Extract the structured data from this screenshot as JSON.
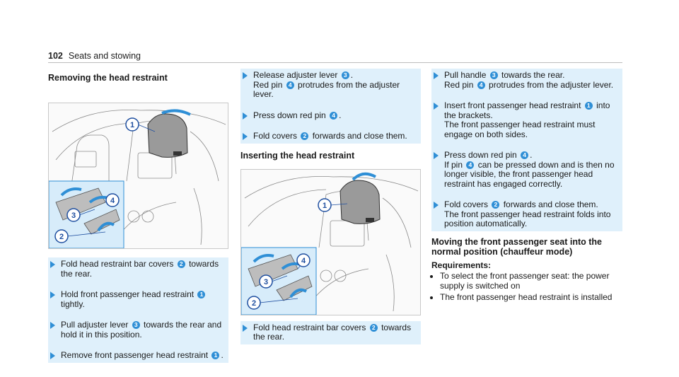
{
  "header": {
    "page_number": "102",
    "section": "Seats and stowing"
  },
  "col1": {
    "heading": "Removing the head restraint",
    "steps": [
      {
        "pre": "Fold head restraint bar covers ",
        "num": "2",
        "post": " towards the rear."
      },
      {
        "pre": "Hold front passenger head restraint ",
        "num": "1",
        "post": " tightly."
      },
      {
        "pre": "Pull adjuster lever ",
        "num": "3",
        "post": " towards the rear and hold it in this position."
      },
      {
        "pre": "Remove front passenger head restraint ",
        "num": "1",
        "post": "."
      }
    ]
  },
  "col2": {
    "steps_top": [
      {
        "l1": "Release adjuster lever ",
        "n1": "3",
        "l1b": ".",
        "l2": "Red pin ",
        "n2": "4",
        "l2b": " protrudes from the adjuster lever."
      },
      {
        "pre": "Press down red pin ",
        "num": "4",
        "post": "."
      },
      {
        "pre": "Fold covers ",
        "num": "2",
        "post": " forwards and close them."
      }
    ],
    "heading": "Inserting the head restraint",
    "step_bottom": {
      "pre": "Fold head restraint bar covers ",
      "num": "2",
      "post": " towards the rear."
    }
  },
  "col3": {
    "steps": [
      {
        "l1": "Pull handle ",
        "n1": "3",
        "l1b": " towards the rear.",
        "l2": "Red pin ",
        "n2": "4",
        "l2b": " protrudes from the adjuster lever."
      },
      {
        "l1": "Insert front passenger head restraint ",
        "n1": "1",
        "l1b": " into the brackets.",
        "l2": "The front passenger head restraint must engage on both sides."
      },
      {
        "l1": "Press down red pin ",
        "n1": "4",
        "l1b": ".",
        "l2": "If pin ",
        "n2": "4",
        "l2b": " can be pressed down and is then no longer visible, the front passenger head restraint has engaged correctly."
      },
      {
        "l1": "Fold covers ",
        "n1": "2",
        "l1b": " forwards and close them.",
        "l2": "The front passenger head restraint folds into position automatically."
      }
    ],
    "heading": "Moving the front passenger seat into the normal position (chauffeur mode)",
    "requirements_label": "Requirements:",
    "requirements": [
      "To select the front passenger seat: the power supply is switched on",
      "The front passenger head restraint is installed"
    ]
  },
  "figure_labels": {
    "c1": "1",
    "c2": "2",
    "c3": "3",
    "c4": "4"
  },
  "colors": {
    "accent": "#2f8fd6",
    "step_bg": "#dff0fb",
    "callout": "#1f4fa0"
  }
}
